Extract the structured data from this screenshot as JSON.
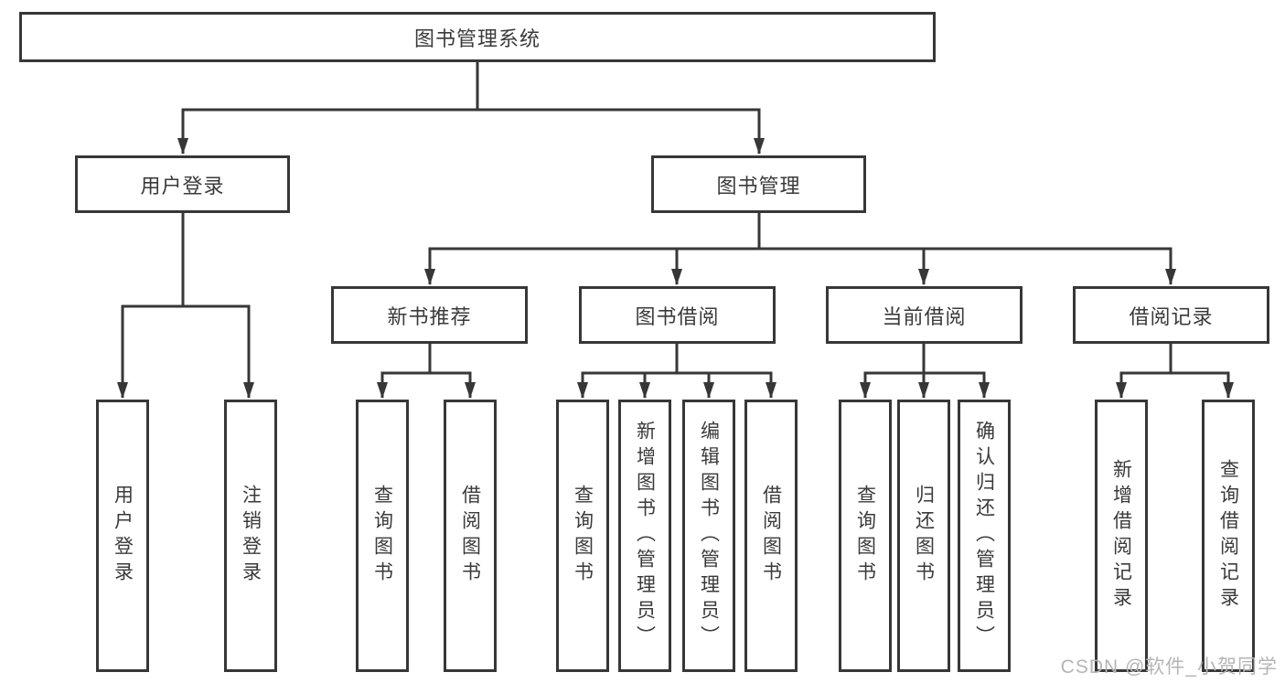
{
  "diagram": {
    "root": {
      "label": "图书管理系统"
    },
    "branches": [
      {
        "label": "用户登录",
        "children": [
          {
            "label": "用户登录"
          },
          {
            "label": "注销登录"
          }
        ]
      },
      {
        "label": "图书管理",
        "children": [
          {
            "label": "新书推荐",
            "children": [
              {
                "label": "查询图书"
              },
              {
                "label": "借阅图书"
              }
            ]
          },
          {
            "label": "图书借阅",
            "children": [
              {
                "label": "查询图书"
              },
              {
                "label": "新增图书（管理员）"
              },
              {
                "label": "编辑图书（管理员）"
              },
              {
                "label": "借阅图书"
              }
            ]
          },
          {
            "label": "当前借阅",
            "children": [
              {
                "label": "查询图书"
              },
              {
                "label": "归还图书"
              },
              {
                "label": "确认归还（管理员）"
              }
            ]
          },
          {
            "label": "借阅记录",
            "children": [
              {
                "label": "新增借阅记录"
              },
              {
                "label": "查询借阅记录"
              }
            ]
          }
        ]
      }
    ]
  },
  "watermark": {
    "text": "CSDN @软件_小贺同学"
  },
  "colors": {
    "line": "#373737",
    "box_border": "#373737",
    "text": "#3a3a3a",
    "watermark": "#b5b5b5",
    "background": "#ffffff"
  }
}
